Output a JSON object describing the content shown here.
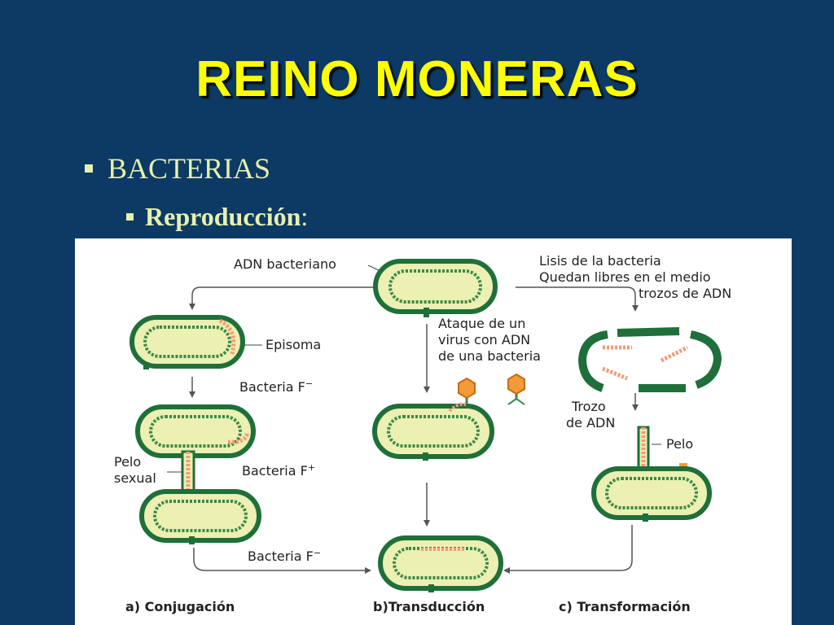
{
  "slide": {
    "title": "REINO MONERAS",
    "bullets": [
      {
        "text": "BACTERIAS"
      },
      {
        "text": "Reproducción",
        "suffix": ":"
      }
    ]
  },
  "diagram": {
    "labels": {
      "adn_bacteriano": "ADN bacteriano",
      "lisis_1": "Lisis de la bacteria",
      "lisis_2": "Quedan libres en el medio",
      "lisis_3": "trozos de ADN",
      "episoma": "Episoma",
      "bacteria_f_top": "Bacteria F",
      "bacteria_f_mid": "Bacteria F",
      "bacteria_f_bottom": "Bacteria F",
      "ataque_1": "Ataque de un",
      "ataque_2": "virus con ADN",
      "ataque_3": "de una bacteria",
      "trozo_1": "Trozo",
      "trozo_2": "de ADN",
      "pelo": "Pelo",
      "pelo_sexual_1": "Pelo",
      "pelo_sexual_2": "sexual",
      "caption_a": "a) Conjugación",
      "caption_b": "b)Transducción",
      "caption_c": "c) Transformación"
    },
    "colors": {
      "cell_outline": "#1f6f3a",
      "cell_fill": "#ecf0b2",
      "dna_chromosome": "#3b8a4a",
      "dna_episome": "#f39a7a",
      "background": "#ffffff"
    }
  }
}
